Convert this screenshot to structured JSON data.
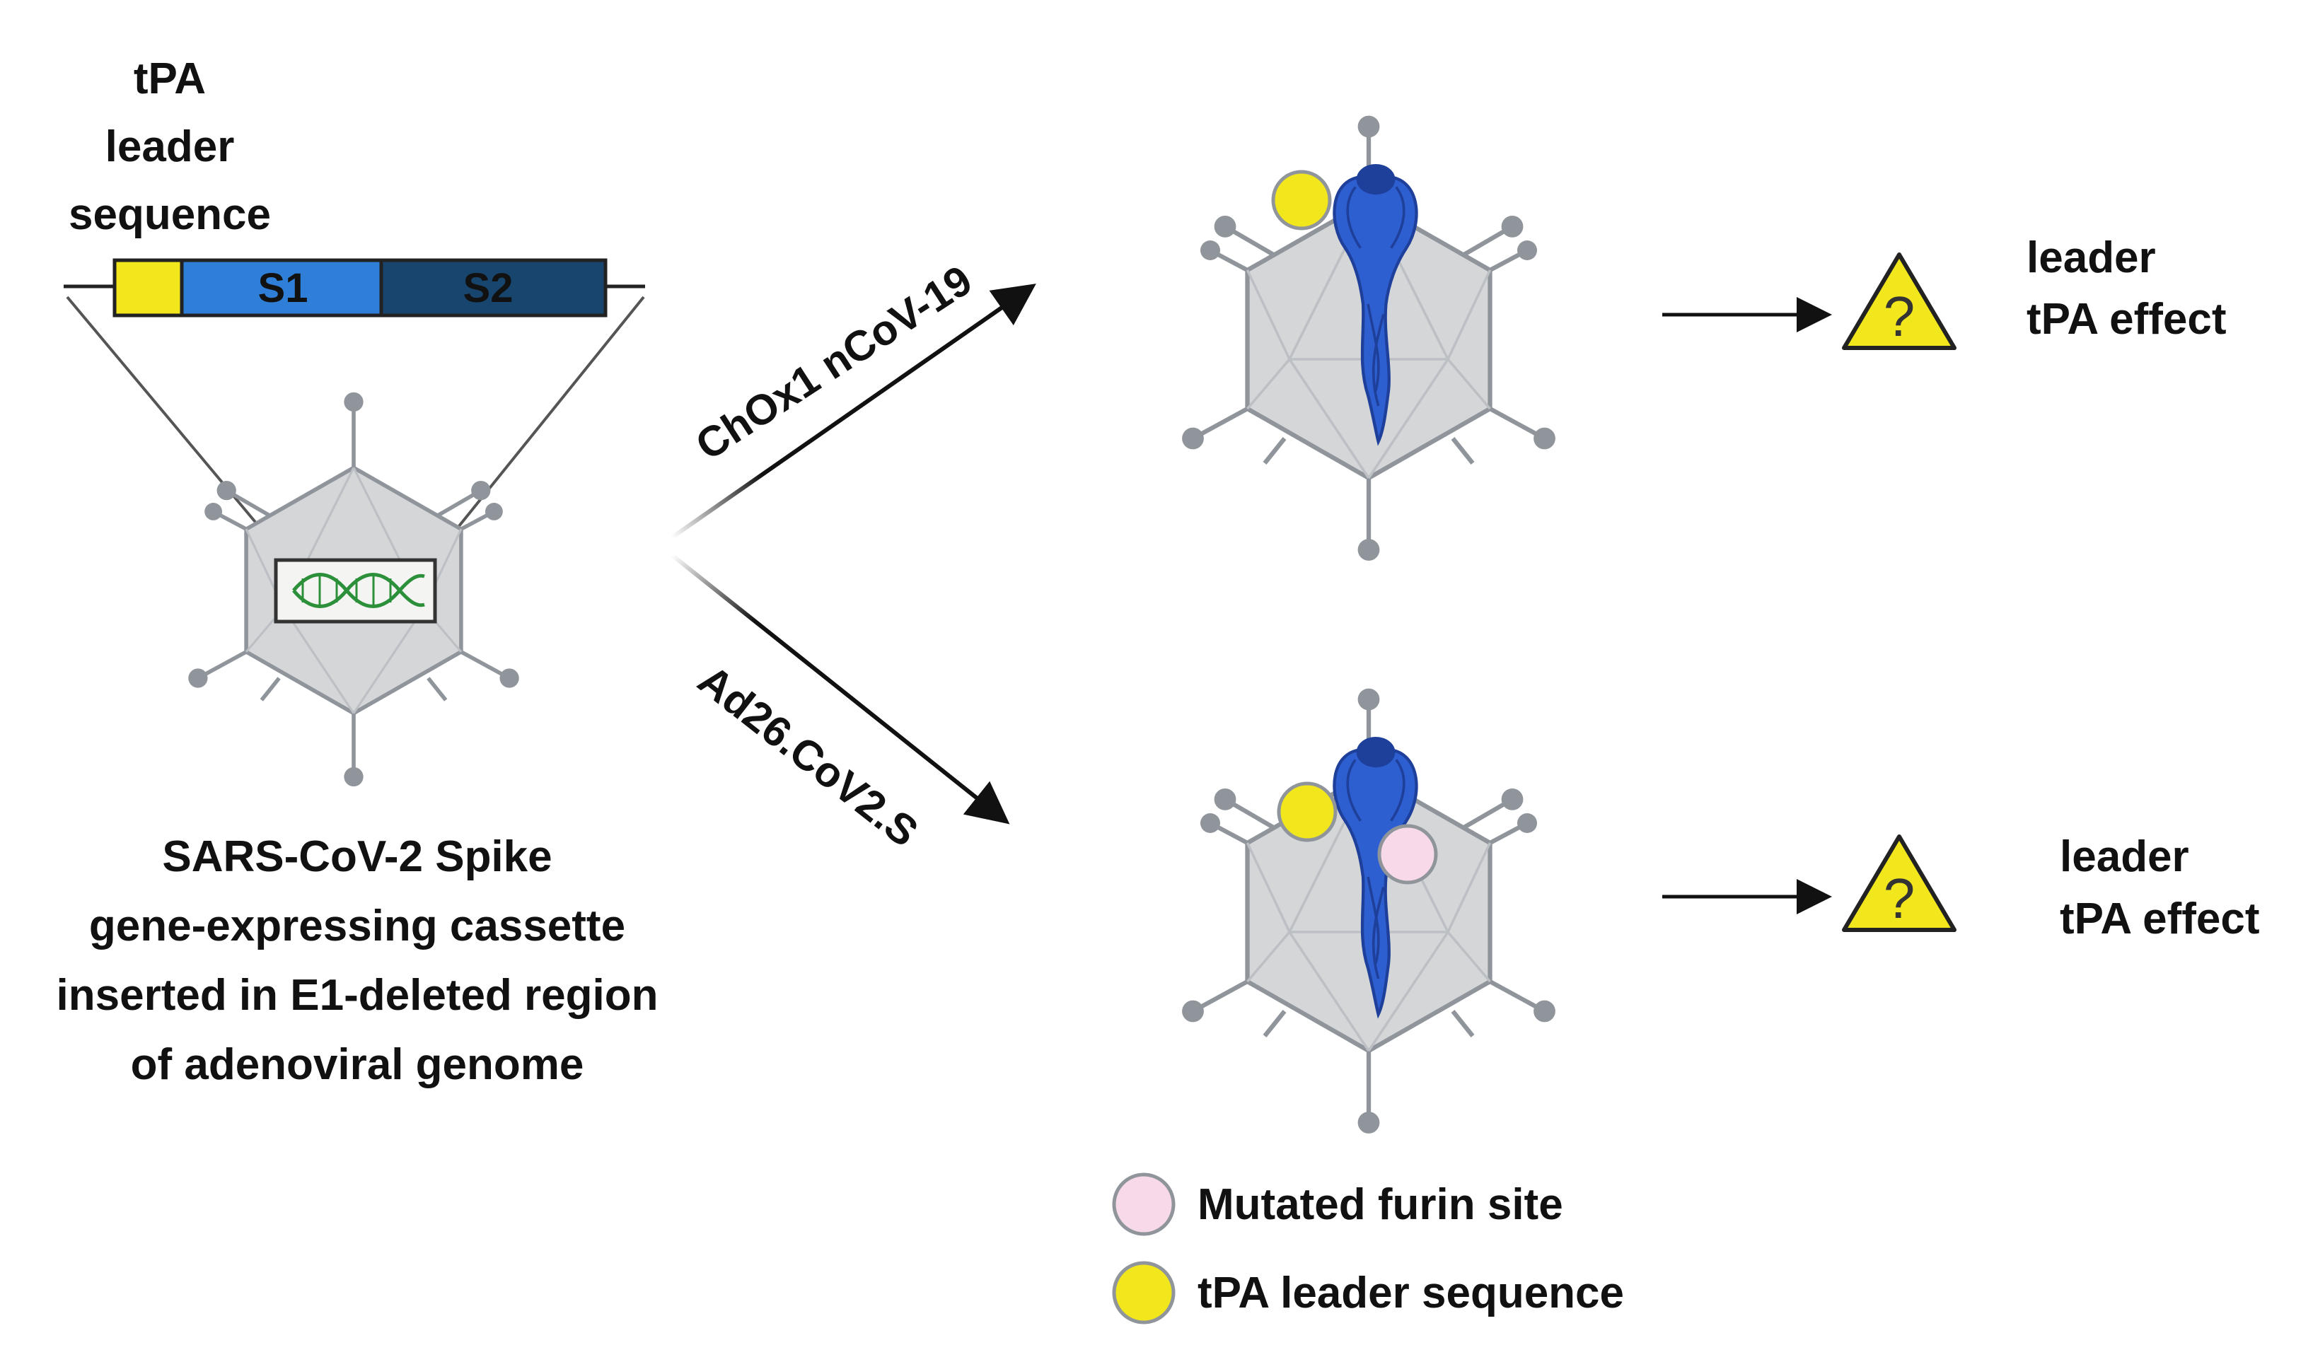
{
  "labels": {
    "tpa_leader_line1": "tPA",
    "tpa_leader_line2": "leader",
    "tpa_leader_line3": "sequence",
    "s1": "S1",
    "s2": "S2",
    "cassette_line1": "SARS-CoV-2 Spike",
    "cassette_line2": "gene-expressing cassette",
    "cassette_line3": "inserted in E1-deleted region",
    "cassette_line4": "of adenoviral genome",
    "vaccine_top": "ChOx1 nCoV-19",
    "vaccine_bottom": "Ad26.CoV2.S",
    "effect_top_line1": "leader",
    "effect_top_line2": "tPA effect",
    "effect_bottom_line1": "leader",
    "effect_bottom_line2": "tPA effect",
    "question_mark": "?"
  },
  "legend": [
    {
      "label": "Mutated furin site",
      "color": "#f7d9ea"
    },
    {
      "label": "tPA leader sequence",
      "color": "#f2e61c"
    }
  ],
  "colors": {
    "tpa_yellow": "#f2e61c",
    "s1_blue": "#2f7fd8",
    "s2_navy": "#17456e",
    "spike_blue": "#2e5fd0",
    "spike_dark": "#1e3f9a",
    "capsid_gray": "#d4d6d8",
    "capsid_stroke": "#8f959b",
    "furin_pink": "#f7d9ea",
    "dna_green": "#2c8f3a"
  },
  "icons": {
    "warning": "warning-triangle-icon",
    "dna": "dna-icon",
    "arrow": "arrow-right-icon"
  }
}
